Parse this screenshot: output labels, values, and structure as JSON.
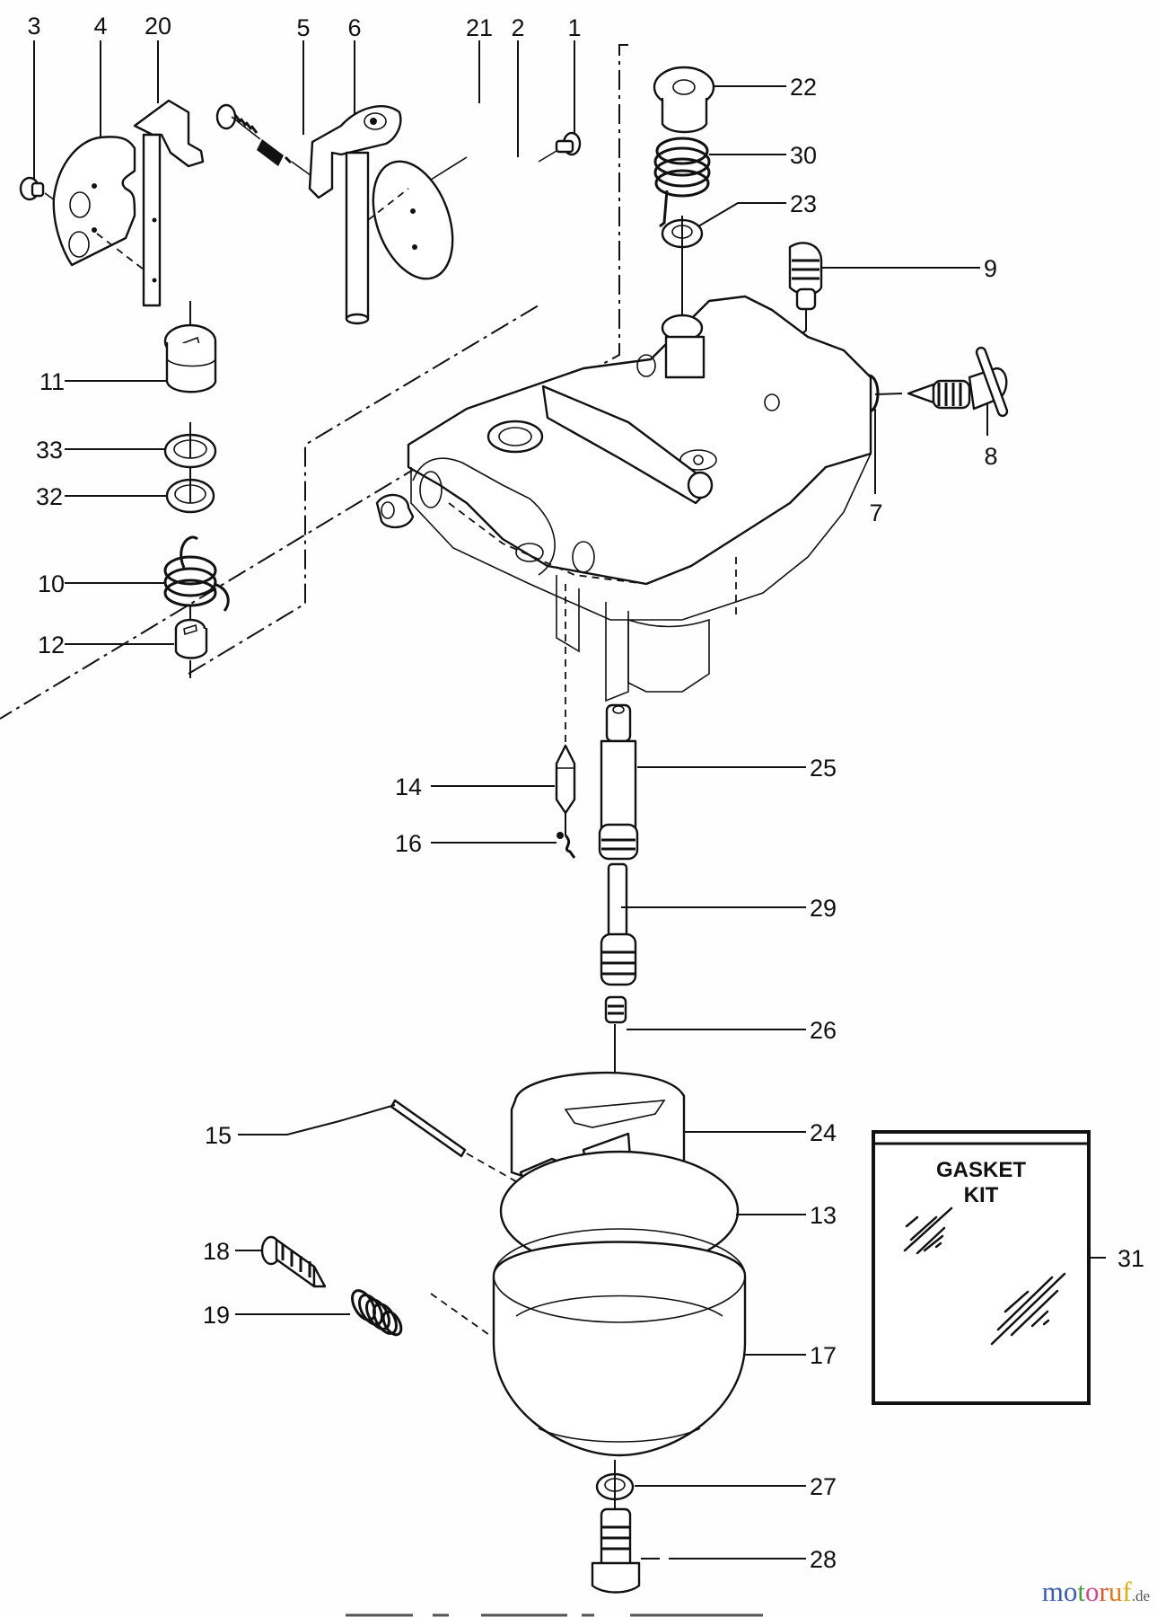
{
  "diagram": {
    "type": "exploded parts diagram",
    "subject": "carburetor",
    "callouts": [
      {
        "id": "3",
        "label": "3"
      },
      {
        "id": "4",
        "label": "4"
      },
      {
        "id": "20",
        "label": "20"
      },
      {
        "id": "5",
        "label": "5"
      },
      {
        "id": "6",
        "label": "6"
      },
      {
        "id": "21",
        "label": "21"
      },
      {
        "id": "2",
        "label": "2"
      },
      {
        "id": "1",
        "label": "1"
      },
      {
        "id": "22",
        "label": "22"
      },
      {
        "id": "30",
        "label": "30"
      },
      {
        "id": "23",
        "label": "23"
      },
      {
        "id": "9",
        "label": "9"
      },
      {
        "id": "8",
        "label": "8"
      },
      {
        "id": "7",
        "label": "7"
      },
      {
        "id": "11",
        "label": "11"
      },
      {
        "id": "33",
        "label": "33"
      },
      {
        "id": "32",
        "label": "32"
      },
      {
        "id": "10",
        "label": "10"
      },
      {
        "id": "12",
        "label": "12"
      },
      {
        "id": "14",
        "label": "14"
      },
      {
        "id": "16",
        "label": "16"
      },
      {
        "id": "25",
        "label": "25"
      },
      {
        "id": "29",
        "label": "29"
      },
      {
        "id": "26",
        "label": "26"
      },
      {
        "id": "15",
        "label": "15"
      },
      {
        "id": "24",
        "label": "24"
      },
      {
        "id": "13",
        "label": "13"
      },
      {
        "id": "18",
        "label": "18"
      },
      {
        "id": "19",
        "label": "19"
      },
      {
        "id": "17",
        "label": "17"
      },
      {
        "id": "27",
        "label": "27"
      },
      {
        "id": "28",
        "label": "28"
      },
      {
        "id": "31",
        "label": "31"
      }
    ],
    "gasket_kit": {
      "line1": "GASKET",
      "line2": "KIT",
      "callout": "31"
    }
  },
  "watermark": {
    "letters": [
      "m",
      "o",
      "t",
      "o",
      "r",
      "u",
      "f"
    ],
    "colors": [
      "#3a5bb0",
      "#3a5bb0",
      "#4aa040",
      "#d04a8a",
      "#e0552a",
      "#e07b1c",
      "#d9b21a"
    ],
    "suffix": ".de"
  }
}
